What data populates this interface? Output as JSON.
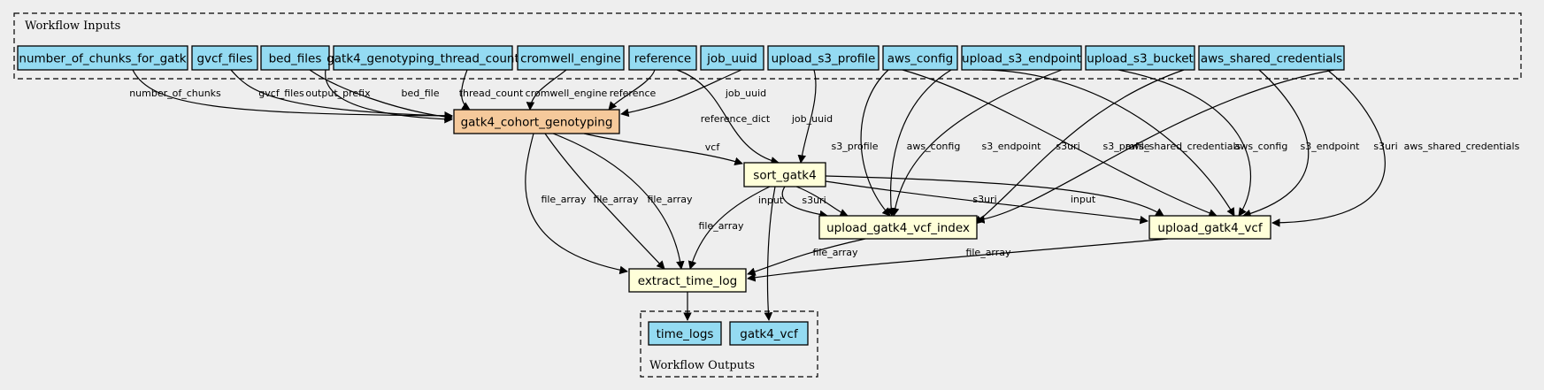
{
  "colors": {
    "background": "#eeeeee",
    "input": "#94dbf2",
    "process": "#f5c99b",
    "task": "#ffffd9"
  },
  "clusters": {
    "inputs": "Workflow Inputs",
    "outputs": "Workflow Outputs"
  },
  "nodes": [
    {
      "id": "number_of_chunks_for_gatk",
      "label": "number_of_chunks_for_gatk",
      "kind": "input"
    },
    {
      "id": "gvcf_files",
      "label": "gvcf_files",
      "kind": "input"
    },
    {
      "id": "bed_files",
      "label": "bed_files",
      "kind": "input"
    },
    {
      "id": "gatk4_genotyping_thread_count",
      "label": "gatk4_genotyping_thread_count",
      "kind": "input"
    },
    {
      "id": "cromwell_engine",
      "label": "cromwell_engine",
      "kind": "input"
    },
    {
      "id": "reference",
      "label": "reference",
      "kind": "input"
    },
    {
      "id": "job_uuid",
      "label": "job_uuid",
      "kind": "input"
    },
    {
      "id": "upload_s3_profile",
      "label": "upload_s3_profile",
      "kind": "input"
    },
    {
      "id": "aws_config",
      "label": "aws_config",
      "kind": "input"
    },
    {
      "id": "upload_s3_endpoint",
      "label": "upload_s3_endpoint",
      "kind": "input"
    },
    {
      "id": "upload_s3_bucket",
      "label": "upload_s3_bucket",
      "kind": "input"
    },
    {
      "id": "aws_shared_credentials",
      "label": "aws_shared_credentials",
      "kind": "input"
    },
    {
      "id": "gatk4_cohort_genotyping",
      "label": "gatk4_cohort_genotyping",
      "kind": "process"
    },
    {
      "id": "sort_gatk4",
      "label": "sort_gatk4",
      "kind": "task"
    },
    {
      "id": "upload_gatk4_vcf_index",
      "label": "upload_gatk4_vcf_index",
      "kind": "task"
    },
    {
      "id": "upload_gatk4_vcf",
      "label": "upload_gatk4_vcf",
      "kind": "task"
    },
    {
      "id": "extract_time_log",
      "label": "extract_time_log",
      "kind": "task"
    },
    {
      "id": "time_logs",
      "label": "time_logs",
      "kind": "output"
    },
    {
      "id": "gatk4_vcf",
      "label": "gatk4_vcf",
      "kind": "output"
    }
  ],
  "edges": [
    {
      "from": "number_of_chunks_for_gatk",
      "to": "gatk4_cohort_genotyping",
      "label": "number_of_chunks"
    },
    {
      "from": "gvcf_files",
      "to": "gatk4_cohort_genotyping",
      "label": "gvcf_files"
    },
    {
      "from": "bed_files",
      "to": "gatk4_cohort_genotyping",
      "label": "output_prefix"
    },
    {
      "from": "bed_files",
      "to": "gatk4_cohort_genotyping",
      "label": "bed_file"
    },
    {
      "from": "gatk4_genotyping_thread_count",
      "to": "gatk4_cohort_genotyping",
      "label": "thread_count"
    },
    {
      "from": "cromwell_engine",
      "to": "gatk4_cohort_genotyping",
      "label": "cromwell_engine"
    },
    {
      "from": "reference",
      "to": "gatk4_cohort_genotyping",
      "label": "reference"
    },
    {
      "from": "job_uuid",
      "to": "gatk4_cohort_genotyping",
      "label": "job_uuid"
    },
    {
      "from": "reference",
      "to": "sort_gatk4",
      "label": "reference_dict"
    },
    {
      "from": "job_uuid",
      "to": "sort_gatk4",
      "label": "job_uuid"
    },
    {
      "from": "gatk4_cohort_genotyping",
      "to": "sort_gatk4",
      "label": "vcf"
    },
    {
      "from": "upload_s3_profile",
      "to": "upload_gatk4_vcf_index",
      "label": "s3_profile"
    },
    {
      "from": "aws_config",
      "to": "upload_gatk4_vcf_index",
      "label": "aws_config"
    },
    {
      "from": "upload_s3_endpoint",
      "to": "upload_gatk4_vcf_index",
      "label": "s3_endpoint"
    },
    {
      "from": "upload_s3_bucket",
      "to": "upload_gatk4_vcf_index",
      "label": "s3uri"
    },
    {
      "from": "upload_s3_profile",
      "to": "upload_gatk4_vcf",
      "label": "s3_profile"
    },
    {
      "from": "aws_shared_credentials",
      "to": "upload_gatk4_vcf_index",
      "label": "aws_shared_credentials"
    },
    {
      "from": "aws_config",
      "to": "upload_gatk4_vcf",
      "label": "aws_config"
    },
    {
      "from": "upload_s3_endpoint",
      "to": "upload_gatk4_vcf",
      "label": "s3_endpoint"
    },
    {
      "from": "upload_s3_bucket",
      "to": "upload_gatk4_vcf",
      "label": "s3uri"
    },
    {
      "from": "aws_shared_credentials",
      "to": "upload_gatk4_vcf",
      "label": "aws_shared_credentials"
    },
    {
      "from": "sort_gatk4",
      "to": "upload_gatk4_vcf_index",
      "label": "input"
    },
    {
      "from": "sort_gatk4",
      "to": "upload_gatk4_vcf_index",
      "label": "s3uri"
    },
    {
      "from": "sort_gatk4",
      "to": "upload_gatk4_vcf",
      "label": "s3uri"
    },
    {
      "from": "sort_gatk4",
      "to": "upload_gatk4_vcf",
      "label": "input"
    },
    {
      "from": "gatk4_cohort_genotyping",
      "to": "extract_time_log",
      "label": "file_array"
    },
    {
      "from": "gatk4_cohort_genotyping",
      "to": "extract_time_log",
      "label": "file_array"
    },
    {
      "from": "gatk4_cohort_genotyping",
      "to": "extract_time_log",
      "label": "file_array"
    },
    {
      "from": "sort_gatk4",
      "to": "extract_time_log",
      "label": "file_array"
    },
    {
      "from": "upload_gatk4_vcf_index",
      "to": "extract_time_log",
      "label": "file_array"
    },
    {
      "from": "upload_gatk4_vcf",
      "to": "extract_time_log",
      "label": "file_array"
    },
    {
      "from": "extract_time_log",
      "to": "time_logs",
      "label": ""
    },
    {
      "from": "sort_gatk4",
      "to": "gatk4_vcf",
      "label": ""
    }
  ]
}
